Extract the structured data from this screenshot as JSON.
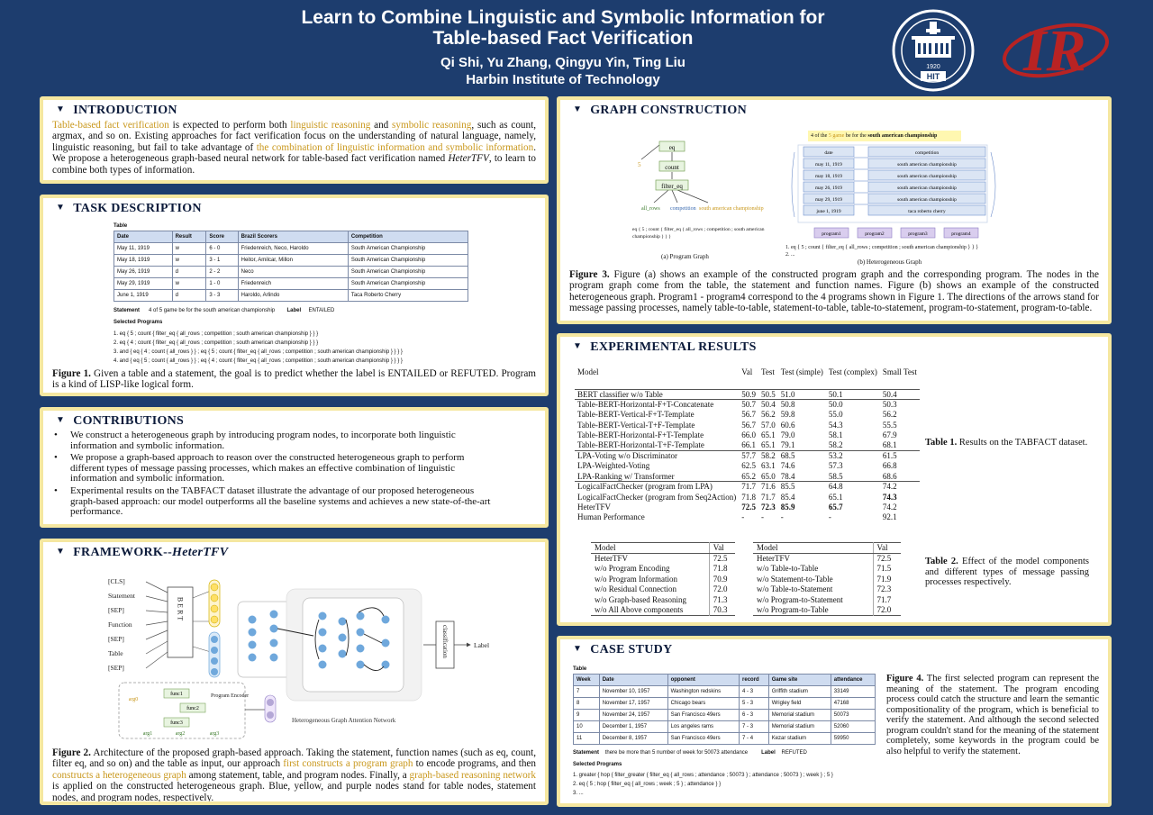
{
  "header": {
    "title_line1": "Learn to Combine Linguistic and Symbolic Information for",
    "title_line2": "Table-based Fact Verification",
    "authors": "Qi Shi, Yu  Zhang, Qingyu Yin, Ting Liu",
    "affiliation": "Harbin Institute of Technology",
    "logo1_year": "1920",
    "logo1_text": "HIT",
    "logo2_text": "IR"
  },
  "intro": {
    "heading": "INTRODUCTION",
    "p1_hl": "Table-based fact verification",
    "p1_a": " is expected to perform both ",
    "p1_hl2": "linguistic reasoning",
    "p1_b": " and ",
    "p1_hl3": "symbolic reasoning",
    "p1_c": ", such as count, argmax, and so on. Existing approaches for fact verification focus on the understanding of natural language, namely, linguistic reasoning, but fail to take advantage of ",
    "p1_hl4": "the combination of linguistic information and symbolic information",
    "p1_d": ". We propose a heterogeneous graph-based neural network for table-based fact verification named ",
    "p1_name": "HeterTFV",
    "p1_e": ", to learn to combine both types of information."
  },
  "task": {
    "heading": "TASK DESCRIPTION",
    "table_label": "Table",
    "columns": [
      "Date",
      "Result",
      "Score",
      "Brazil Scorers",
      "Competition"
    ],
    "rows": [
      [
        "May 11, 1919",
        "w",
        "6 - 0",
        "Friedenreich, Neco, Haroldo",
        "South American Championship"
      ],
      [
        "May 18, 1919",
        "w",
        "3 - 1",
        "Heitor, Amilcar, Millon",
        "South American Championship"
      ],
      [
        "May 26, 1919",
        "d",
        "2 - 2",
        "Neco",
        "South American Championship"
      ],
      [
        "May 29, 1919",
        "w",
        "1 - 0",
        "Friedenreich",
        "South American Championship"
      ],
      [
        "June 1, 1919",
        "d",
        "3 - 3",
        "Haroldo, Arlindo",
        "Taca Roberto Cherry"
      ]
    ],
    "statement_label": "Statement",
    "statement": "4 of 5 game be for the south american championship",
    "label_label": "Label",
    "label": "ENTAILED",
    "programs_label": "Selected Programs",
    "programs": [
      "1.    eq { 5 ; count { filter_eq { all_rows ; competition ; south american championship } } }",
      "2.    eq { 4 ; count { filter_eq { all_rows ; competition ; south american championship } } }",
      "3.    and { eq { 4 ; count { all_rows } } ; eq { 5 ; count { filter_eq { all_rows ; competition ; south american championship } } } }",
      "4.    and { eq { 5 ; count { all_rows } } ; eq { 4 ; count { filter_eq { all_rows ; competition ; south american championship } } } }"
    ],
    "caption_bold": "Figure 1.",
    "caption": " Given a table and a statement, the goal is to predict whether the label is ENTAILED or REFUTED. Program is a kind of LISP-like logical form."
  },
  "contrib": {
    "heading": "CONTRIBUTIONS",
    "items": [
      "We construct a heterogeneous graph by introducing program nodes, to incorporate both linguistic information and symbolic information.",
      "We propose a graph-based approach to reason over the constructed heterogeneous graph to perform different types of message passing processes, which makes an effective combination of linguistic information and symbolic information.",
      "Experimental results on the TABFACT dataset illustrate the advantage of our proposed heterogeneous graph-based approach: our model outperforms all the baseline systems and achieves a new state-of-the-art performance."
    ]
  },
  "framework": {
    "heading": "FRAMEWORK--",
    "heading_it": "HeterTFV",
    "inputs": [
      "[CLS]",
      "Statement",
      "[SEP]",
      "Function",
      "[SEP]",
      "Table",
      "[SEP]"
    ],
    "bert_label": "B E R T",
    "encoder_label": "Program Encoder",
    "func_nodes": [
      "func1",
      "func2",
      "func3"
    ],
    "arg_nodes": [
      "arg0",
      "arg1",
      "arg2",
      "arg3"
    ],
    "gan_label": "Heterogeneous Graph Attention Network",
    "classifier_label": "classification",
    "out_label": "Label",
    "caption_bold": "Figure 2.",
    "caption_a": " Architecture of the proposed graph-based approach. Taking the statement, function names (such as eq, count, filter eq, and so on) and the table as input, our approach ",
    "caption_hl1": "first constructs a program graph",
    "caption_b": " to encode programs, and then ",
    "caption_hl2": "constructs a heterogeneous graph",
    "caption_c": " among statement, table, and program nodes. Finally, a ",
    "caption_hl3": "graph-based reasoning network",
    "caption_d": " is applied on the constructed heterogeneous graph. Blue, yellow, and purple nodes stand for table nodes, statement nodes, and program nodes, respectively."
  },
  "graph": {
    "heading": "GRAPH CONSTRUCTION",
    "pg_nodes": [
      "eq",
      "count",
      "filter_eq"
    ],
    "pg_leaves": [
      "all_rows",
      "competition",
      "south american championship"
    ],
    "pg_number": "5",
    "pg_program": "eq { 5 ; count { filter_eq { all_rows ; competition ; south american championship } } }",
    "pg_caption": "(a) Program Graph",
    "hg_statement_pre": "4 of the ",
    "hg_statement_hl1": "5 game",
    "hg_statement_mid": " be ",
    "hg_statement_hl2": "for the ",
    "hg_statement_hl3": "south american championship",
    "hg_col1": [
      "date",
      "may 11, 1919",
      "may 18, 1919",
      "may 26, 1919",
      "may 29, 1919",
      "june 1, 1919"
    ],
    "hg_col2": [
      "competition",
      "south american championship",
      "south american championship",
      "south american championship",
      "south american championship",
      "taca roberto cherry"
    ],
    "hg_programs": [
      "program1",
      "program2",
      "program3",
      "program4"
    ],
    "hg_prog_list_1": "1.    eq { 5 ; count { filter_eq { all_rows ; competition ; south american championship } } }",
    "hg_prog_list_2": "2.    ...",
    "hg_caption": "(b) Heterogeneous Graph",
    "caption_bold": "Figure 3.",
    "caption": " Figure (a) shows an example of the constructed program graph and the corresponding program. The nodes in the program graph come from the table, the statement and function names. Figure (b) shows an example of the constructed heterogeneous graph. Program1 - program4 correspond to the 4 programs shown in Figure 1. The directions of the arrows stand for message passing processes, namely table-to-table, statement-to-table, table-to-statement, program-to-statement, program-to-table."
  },
  "results": {
    "heading": "EXPERIMENTAL RESULTS",
    "t1_header": [
      "Model",
      "Val",
      "Test",
      "Test (simple)",
      "Test (complex)",
      "Small Test"
    ],
    "t1_groups": [
      [
        [
          "BERT classifier w/o Table",
          "50.9",
          "50.5",
          "51.0",
          "50.1",
          "50.4"
        ]
      ],
      [
        [
          "Table-BERT-Horizontal-F+T-Concatenate",
          "50.7",
          "50.4",
          "50.8",
          "50.0",
          "50.3"
        ],
        [
          "Table-BERT-Vertical-F+T-Template",
          "56.7",
          "56.2",
          "59.8",
          "55.0",
          "56.2"
        ],
        [
          "Table-BERT-Vertical-T+F-Template",
          "56.7",
          "57.0",
          "60.6",
          "54.3",
          "55.5"
        ],
        [
          "Table-BERT-Horizontal-F+T-Template",
          "66.0",
          "65.1",
          "79.0",
          "58.1",
          "67.9"
        ],
        [
          "Table-BERT-Horizontal-T+F-Template",
          "66.1",
          "65.1",
          "79.1",
          "58.2",
          "68.1"
        ]
      ],
      [
        [
          "LPA-Voting w/o Discriminator",
          "57.7",
          "58.2",
          "68.5",
          "53.2",
          "61.5"
        ],
        [
          "LPA-Weighted-Voting",
          "62.5",
          "63.1",
          "74.6",
          "57.3",
          "66.8"
        ],
        [
          "LPA-Ranking w/ Transformer",
          "65.2",
          "65.0",
          "78.4",
          "58.5",
          "68.6"
        ]
      ],
      [
        [
          "LogicalFactChecker (program from LPA)",
          "71.7",
          "71.6",
          "85.5",
          "64.8",
          "74.2"
        ],
        [
          "LogicalFactChecker (program from Seq2Action)",
          "71.8",
          "71.7",
          "85.4",
          "65.1",
          "74.3"
        ],
        [
          "HeterTFV",
          "72.5",
          "72.3",
          "85.9",
          "65.7",
          "74.2"
        ],
        [
          "Human Performance",
          "-",
          "-",
          "-",
          "-",
          "92.1"
        ]
      ]
    ],
    "t1_caption_bold": "Table 1.",
    "t1_caption": " Results on the TABFACT dataset.",
    "t2a_header": [
      "Model",
      "Val"
    ],
    "t2a_rows": [
      [
        "HeterTFV",
        "72.5"
      ],
      [
        "w/o Program Encoding",
        "71.8"
      ],
      [
        "w/o Program Information",
        "70.9"
      ],
      [
        "w/o Residual Connection",
        "72.0"
      ],
      [
        "w/o Graph-based Reasoning",
        "71.3"
      ],
      [
        "w/o All Above components",
        "70.3"
      ]
    ],
    "t2b_header": [
      "Model",
      "Val"
    ],
    "t2b_rows": [
      [
        "HeterTFV",
        "72.5"
      ],
      [
        "w/o Table-to-Table",
        "71.5"
      ],
      [
        "w/o Statement-to-Table",
        "71.9"
      ],
      [
        "w/o Table-to-Statement",
        "72.3"
      ],
      [
        "w/o Program-to-Statement",
        "71.7"
      ],
      [
        "w/o Program-to-Table",
        "72.0"
      ]
    ],
    "t2_caption_bold": "Table 2.",
    "t2_caption": " Effect of the model components and different types of message passing processes respectively."
  },
  "case": {
    "heading": "CASE STUDY",
    "table_label": "Table",
    "columns": [
      "Week",
      "Date",
      "opponent",
      "record",
      "Game site",
      "attendance"
    ],
    "rows": [
      [
        "7",
        "November 10, 1957",
        "Washington redskins",
        "4 - 3",
        "Griffith stadium",
        "33149"
      ],
      [
        "8",
        "November 17, 1957",
        "Chicago bears",
        "5 - 3",
        "Wrigley field",
        "47168"
      ],
      [
        "9",
        "November 24, 1957",
        "San Francisco 49ers",
        "6 - 3",
        "Memorial stadium",
        "50073"
      ],
      [
        "10",
        "December 1, 1957",
        "Los angeles rams",
        "7 - 3",
        "Memorial stadium",
        "52060"
      ],
      [
        "11",
        "December 8, 1957",
        "San Francisco 49ers",
        "7 - 4",
        "Kezar stadium",
        "59950"
      ]
    ],
    "statement_label": "Statement",
    "statement": "there be more than 5 number of week for 50073 attendance",
    "label_label": "Label",
    "label": "REFUTED",
    "programs_label": "Selected Programs",
    "programs": [
      "1.    greater { hop { filter_greater { filter_eq { all_rows ; attendance ; 50073 } ; attendance ; 50073 } ; week } ; 5 }",
      "2.    eq { 5 ; hop { filter_eq { all_rows ; week ; 5 } ; attendance } }",
      "3.    ..."
    ],
    "caption_bold": "Figure 4.",
    "caption": " The first selected program can represent the meaning of the statement. The program encoding process could catch the structure and learn the semantic compositionality of the program, which is beneficial to verify the statement. And although the second selected program couldn't stand for the meaning of the statement completely, some keywords in the program could be also helpful to verify the statement."
  },
  "colors": {
    "background": "#1d3d6e",
    "panel_border": "#f5e7a0",
    "highlight": "#c9981d",
    "table_node": "#6fa8dc",
    "statement_node": "#ffe066",
    "program_node": "#b4a7d6"
  }
}
